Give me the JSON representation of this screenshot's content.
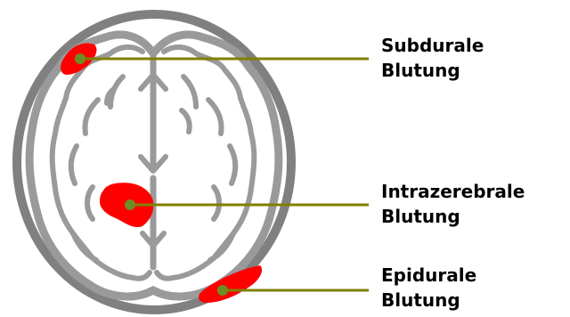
{
  "labels": {
    "subdural": [
      "Subdurale",
      "Blutung"
    ],
    "intracerebral": [
      "Intrazerebrale",
      "Blutung"
    ],
    "epidural": [
      "Epidurale",
      "Blutung"
    ]
  },
  "colors": {
    "skull": "#808080",
    "brain_outline": "#9a9a9a",
    "hemorrhage": "#ff0000",
    "leader_line": "#808000",
    "marker_dot": "#6b8e23",
    "text": "#000000"
  }
}
